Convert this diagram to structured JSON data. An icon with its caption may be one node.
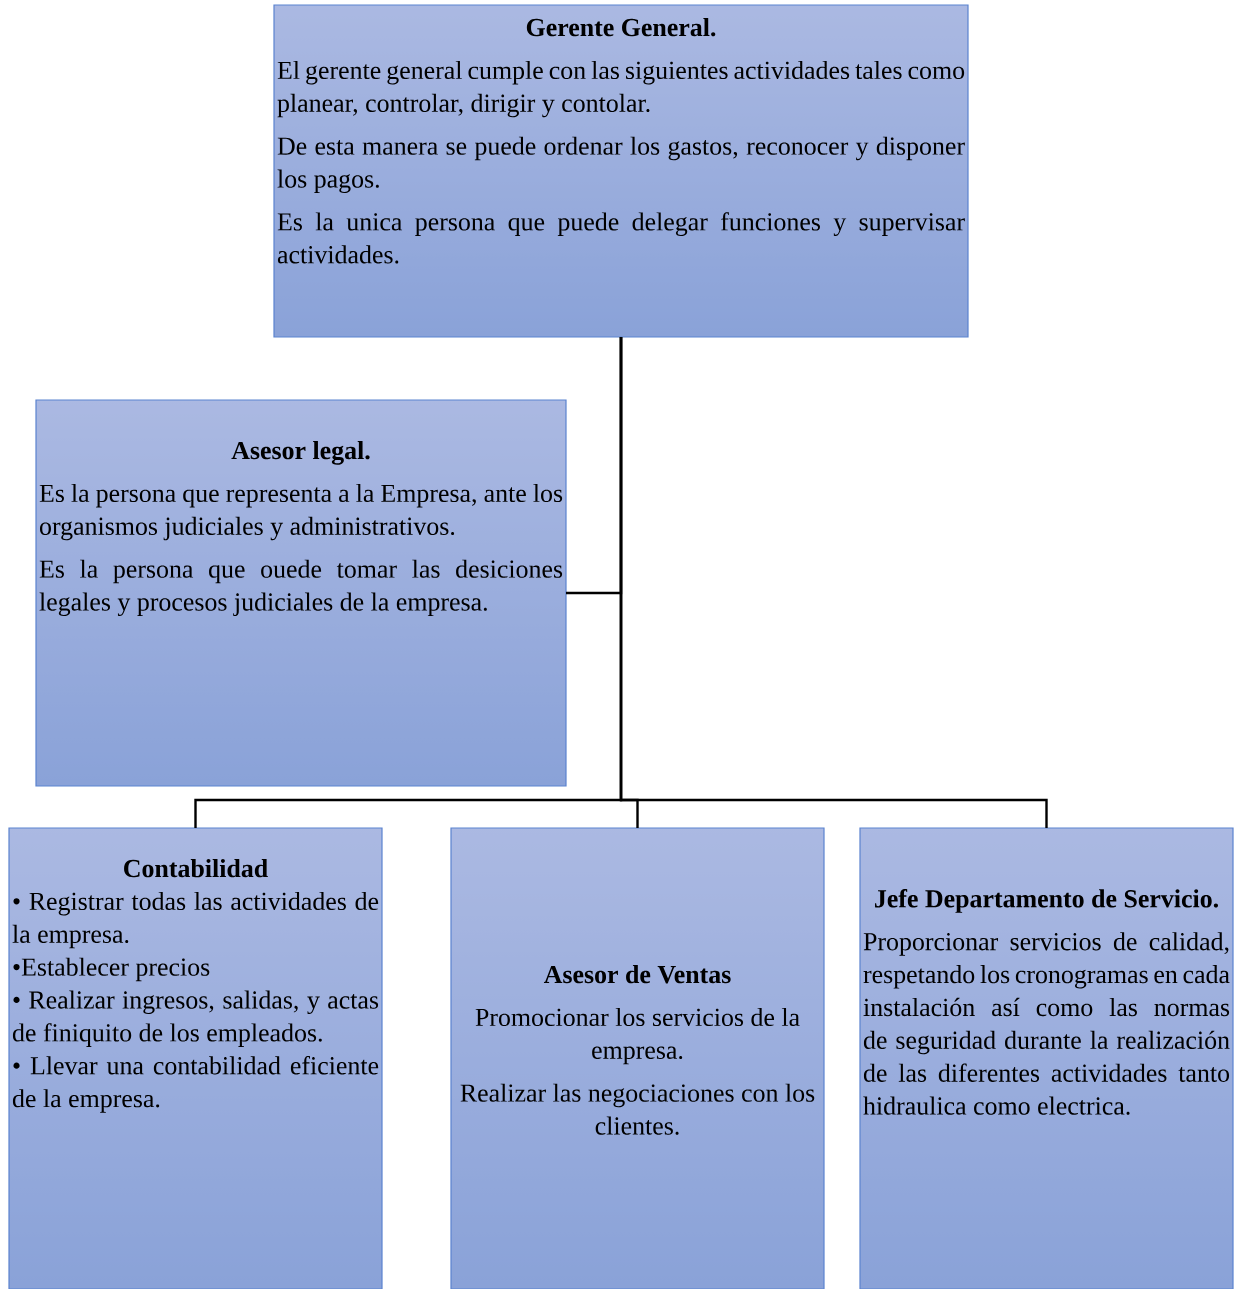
{
  "diagram": {
    "nodes": [
      {
        "text": [
          "Gerente General.",
          "El gerente general cumple con las siguientes actividades tales como planear, controlar, dirigir y contolar.",
          "De esta manera se puede ordenar los gastos, reconocer y disponer los pagos.",
          "Es la unica persona que puede delegar funciones y supervisar actividades."
        ]
      },
      {
        "text": [
          "Asesor legal.",
          "Es la persona que representa a la Empresa, ante los organismos judiciales y administrativos.",
          "Es la persona que ouede tomar las desiciones legales y procesos judiciales de la empresa."
        ]
      },
      {
        "text": [
          "Contabilidad",
          "• Registrar todas las actividades de la empresa.",
          "•Establecer precios",
          "• Realizar ingresos, salidas, y actas de finiquito de los empleados.",
          "• Llevar una contabilidad eficiente de la empresa."
        ]
      },
      {
        "text": [
          "Asesor de Ventas",
          "Promocionar los servicios de la empresa.",
          "Realizar las negociaciones con los clientes."
        ]
      },
      {
        "text": [
          "Jefe Departamento de Servicio.",
          "Proporcionar servicios de calidad, respetando los cronogramas en cada instalación así como las normas de seguridad durante la realización de las diferentes actividades tanto hidraulica como electrica."
        ]
      }
    ],
    "edges": [
      {
        "from": 0,
        "to": 1,
        "arrow": "none"
      },
      {
        "from": 0,
        "to": 2,
        "arrow": "none"
      },
      {
        "from": 0,
        "to": 3,
        "arrow": "none"
      },
      {
        "from": 0,
        "to": 4,
        "arrow": "none"
      }
    ]
  }
}
